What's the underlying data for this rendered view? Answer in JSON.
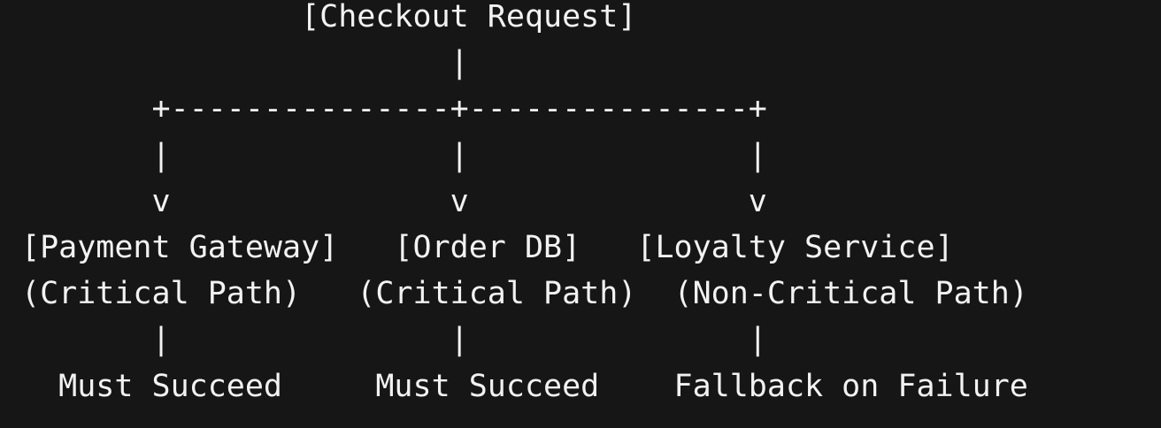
{
  "diagram": {
    "lines": [
      "               [Checkout Request]",
      "                       |",
      "       +---------------+---------------+",
      "       |               |               |",
      "       v               v               v",
      "[Payment Gateway]   [Order DB]   [Loyalty Service]",
      "(Critical Path)   (Critical Path)  (Non-Critical Path)",
      "       |               |               |",
      "  Must Succeed     Must Succeed    Fallback on Failure"
    ]
  }
}
